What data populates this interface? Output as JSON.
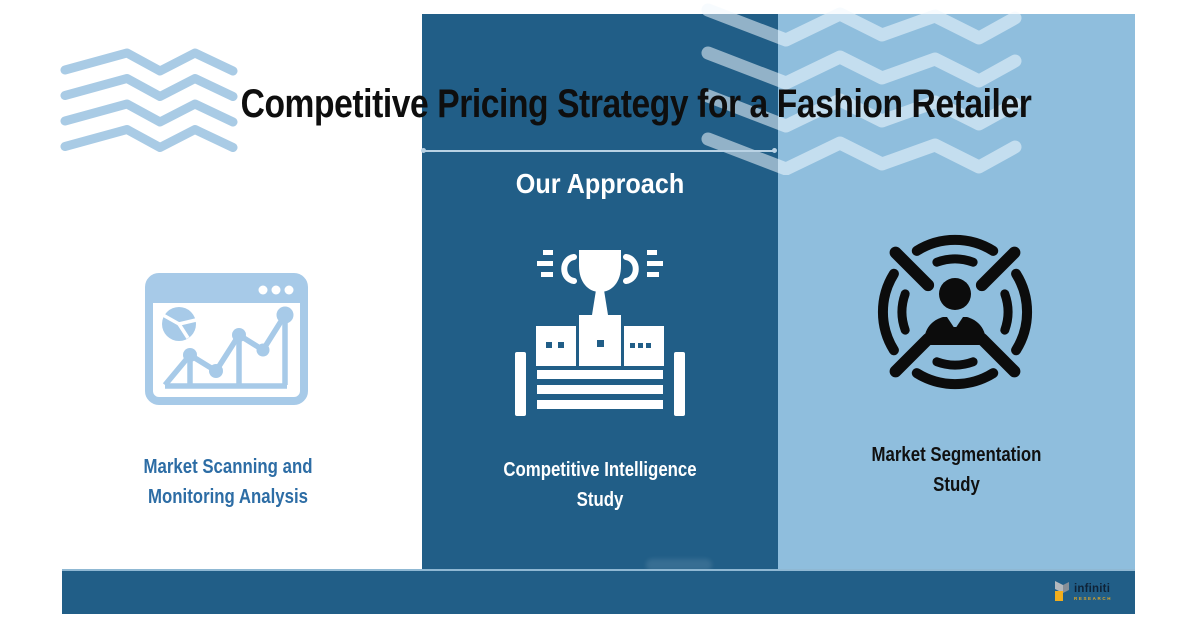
{
  "title": {
    "text": "Competitive Pricing Strategy for a Fashion Retailer",
    "color": "#0e0e0e"
  },
  "section": {
    "heading": "Our Approach",
    "heading_color": "#ffffff"
  },
  "columns": [
    {
      "id": "market-scanning",
      "bg": "#ffffff",
      "icon": "browser-analytics-icon",
      "label_lines": [
        "Market Scanning and",
        "Monitoring Analysis"
      ],
      "label_color": "#2d6da5"
    },
    {
      "id": "competitive-intelligence",
      "bg": "#215e87",
      "icon": "trophy-podium-icon",
      "label_lines": [
        "Competitive Intelligence",
        "Study"
      ],
      "label_color": "#ffffff"
    },
    {
      "id": "market-segmentation",
      "bg": "#8fbedd",
      "icon": "target-audience-icon",
      "label_lines": [
        "Market Segmentation",
        "Study"
      ],
      "label_color": "#101010"
    }
  ],
  "footer": {
    "bar_color": "#215e87",
    "logo": {
      "name": "infiniti",
      "subtitle": "RESEARCH",
      "name_color": "#0f2337",
      "subtitle_color": "#dfa524",
      "icon": "infiniti-logo-icon"
    }
  },
  "decor": {
    "left_chevrons_color": "#a9cbe5",
    "right_chevrons_color": "rgba(240,248,253,0.55)",
    "divider_color": "#b9d2e4",
    "accent_dark": "#215e87",
    "accent_light": "#8fbedd"
  }
}
